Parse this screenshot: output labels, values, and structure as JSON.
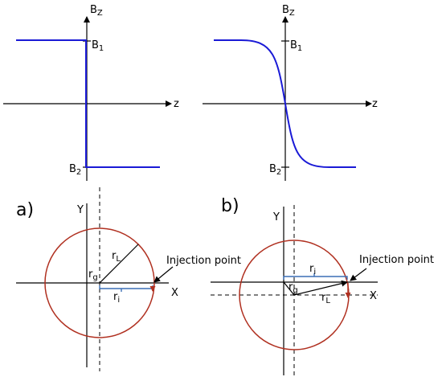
{
  "top_left": {
    "bz_label": "B",
    "bz_sub": "Z",
    "z_label": "z",
    "b1_label": "B",
    "b1_sub": "1",
    "b2_label": "B",
    "b2_sub": "2"
  },
  "top_right": {
    "bz_label": "B",
    "bz_sub": "Z",
    "z_label": "z",
    "b1_label": "B",
    "b1_sub": "1",
    "b2_label": "B",
    "b2_sub": "2"
  },
  "panel_a": {
    "tag": "a)",
    "y_label": "Y",
    "x_label": "X",
    "rl_label": "r",
    "rl_sub": "L",
    "rg_label": "r",
    "rg_sub": "g",
    "ri_label": "r",
    "ri_sub": "i",
    "injection_label": "Injection point"
  },
  "panel_b": {
    "tag": "b)",
    "y_label": "Y",
    "x_label": "X",
    "rl_label": "r",
    "rl_sub": "L",
    "rg_label": "r",
    "rg_sub": "g",
    "ri_label": "r",
    "ri_sub": "i",
    "injection_label": "Injection point"
  },
  "colors": {
    "curve": "#1a1ad6",
    "circle": "#b03020",
    "ri_bracket": "#3b6fb6"
  }
}
